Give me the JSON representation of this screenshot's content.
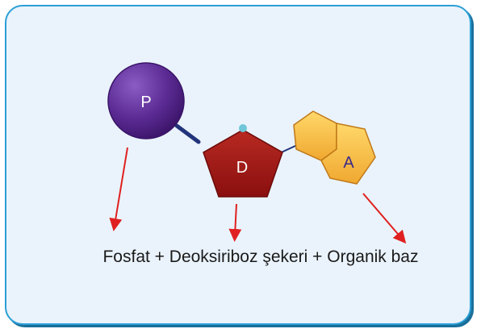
{
  "nodes": {
    "phosphate": {
      "label": "P"
    },
    "sugar": {
      "label": "D"
    },
    "base": {
      "label": "A"
    }
  },
  "caption": "Fosfat + Deoksiriboz şekeri + Organik baz",
  "colors": {
    "frame_border": "#2a9fd6",
    "frame_bg": "#eaf3fb",
    "phosphate": "#5a2a92",
    "sugar": "#a01818",
    "base": "#f5c04a",
    "arrow": "#e02020",
    "bond": "#22347a"
  }
}
